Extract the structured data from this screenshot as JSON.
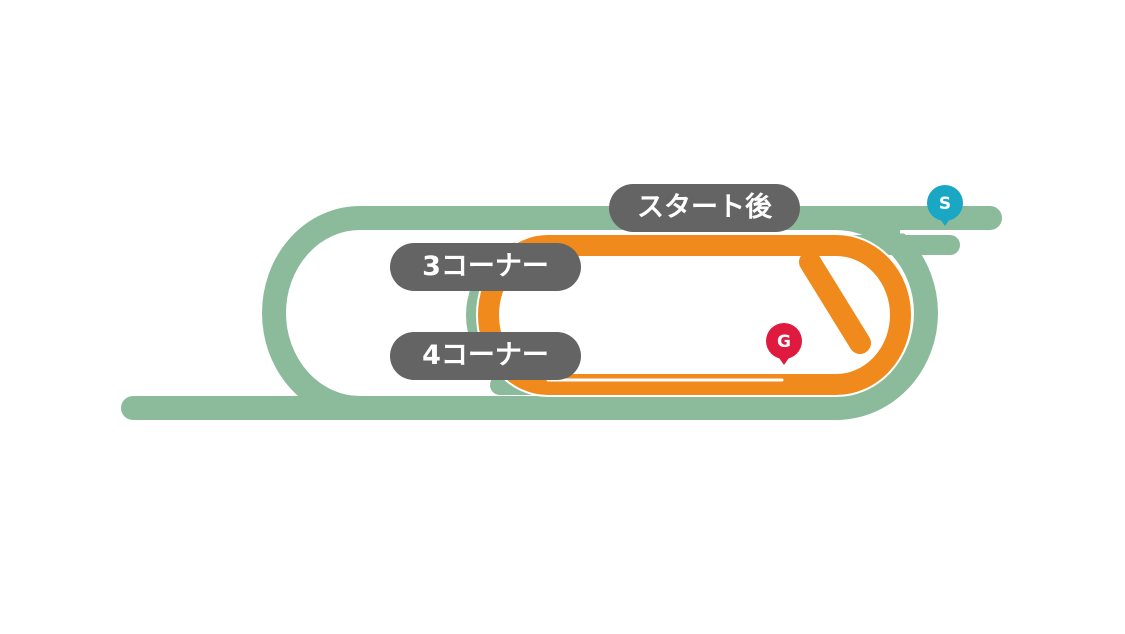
{
  "labels": {
    "start_after": "スタート後",
    "corner3": "3コーナー",
    "corner4": "4コーナー"
  },
  "markers": {
    "start": {
      "text": "S",
      "color": "#1aa7c4"
    },
    "goal": {
      "text": "G",
      "color": "#e0193f"
    }
  },
  "colors": {
    "turf": "#8cbb9b",
    "dirt": "#f08a1c",
    "label_bg": "#646464"
  }
}
